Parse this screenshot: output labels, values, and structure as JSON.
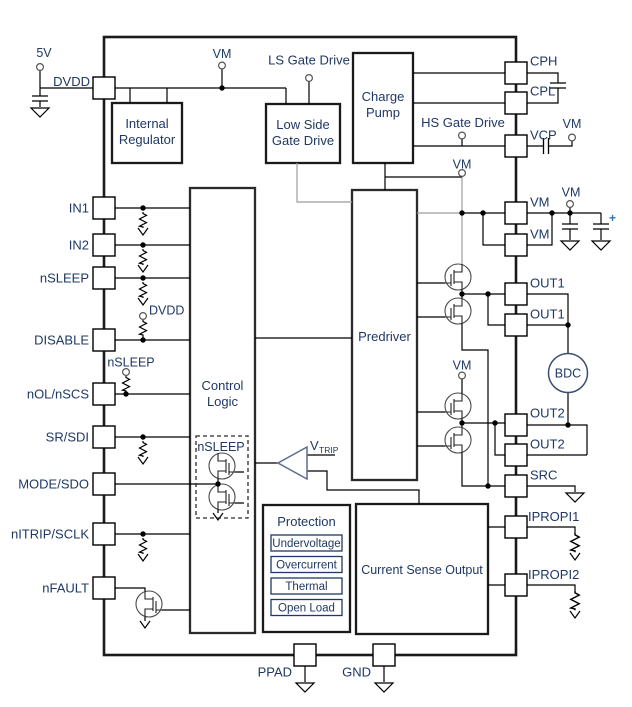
{
  "blocks": {
    "internal_regulator_l1": "Internal",
    "internal_regulator_l2": "Regulator",
    "low_side_gate_drive_l1": "Low Side",
    "low_side_gate_drive_l2": "Gate Drive",
    "charge_pump_l1": "Charge",
    "charge_pump_l2": "Pump",
    "control_logic_l1": "Control",
    "control_logic_l2": "Logic",
    "predriver": "Predriver",
    "protection_title": "Protection",
    "protection_items": [
      "Undervoltage",
      "Overcurrent",
      "Thermal",
      "Open Load"
    ],
    "current_sense": "Current Sense Output"
  },
  "pins": {
    "left": [
      "IN1",
      "IN2",
      "nSLEEP",
      "DISABLE",
      "nOL/nSCS",
      "SR/SDI",
      "MODE/SDO",
      "nITRIP/SCLK",
      "nFAULT"
    ],
    "top": "DVDD",
    "right": [
      "CPH",
      "CPL",
      "VCP",
      "VM",
      "VM",
      "OUT1",
      "OUT1",
      "OUT2",
      "OUT2",
      "SRC",
      "IPROPI1",
      "IPROPI2"
    ],
    "bottom": [
      "PPAD",
      "GND"
    ]
  },
  "terminals": {
    "v5": "5V",
    "vm": "VM",
    "dvdd": "DVDD",
    "nsleep": "nSLEEP",
    "ls_gate_drive": "LS Gate Drive",
    "hs_gate_drive": "HS Gate Drive",
    "plus": "+"
  },
  "annotations": {
    "nsleep_box": "nSLEEP",
    "vtrip_symbol": "V",
    "vtrip_subscript": "TRIP",
    "motor": "BDC"
  },
  "colors": {
    "label": "#1f3864",
    "wire": "#000000",
    "gray_wire": "#9c9c9c",
    "accent_plus": "#2e74b5"
  }
}
